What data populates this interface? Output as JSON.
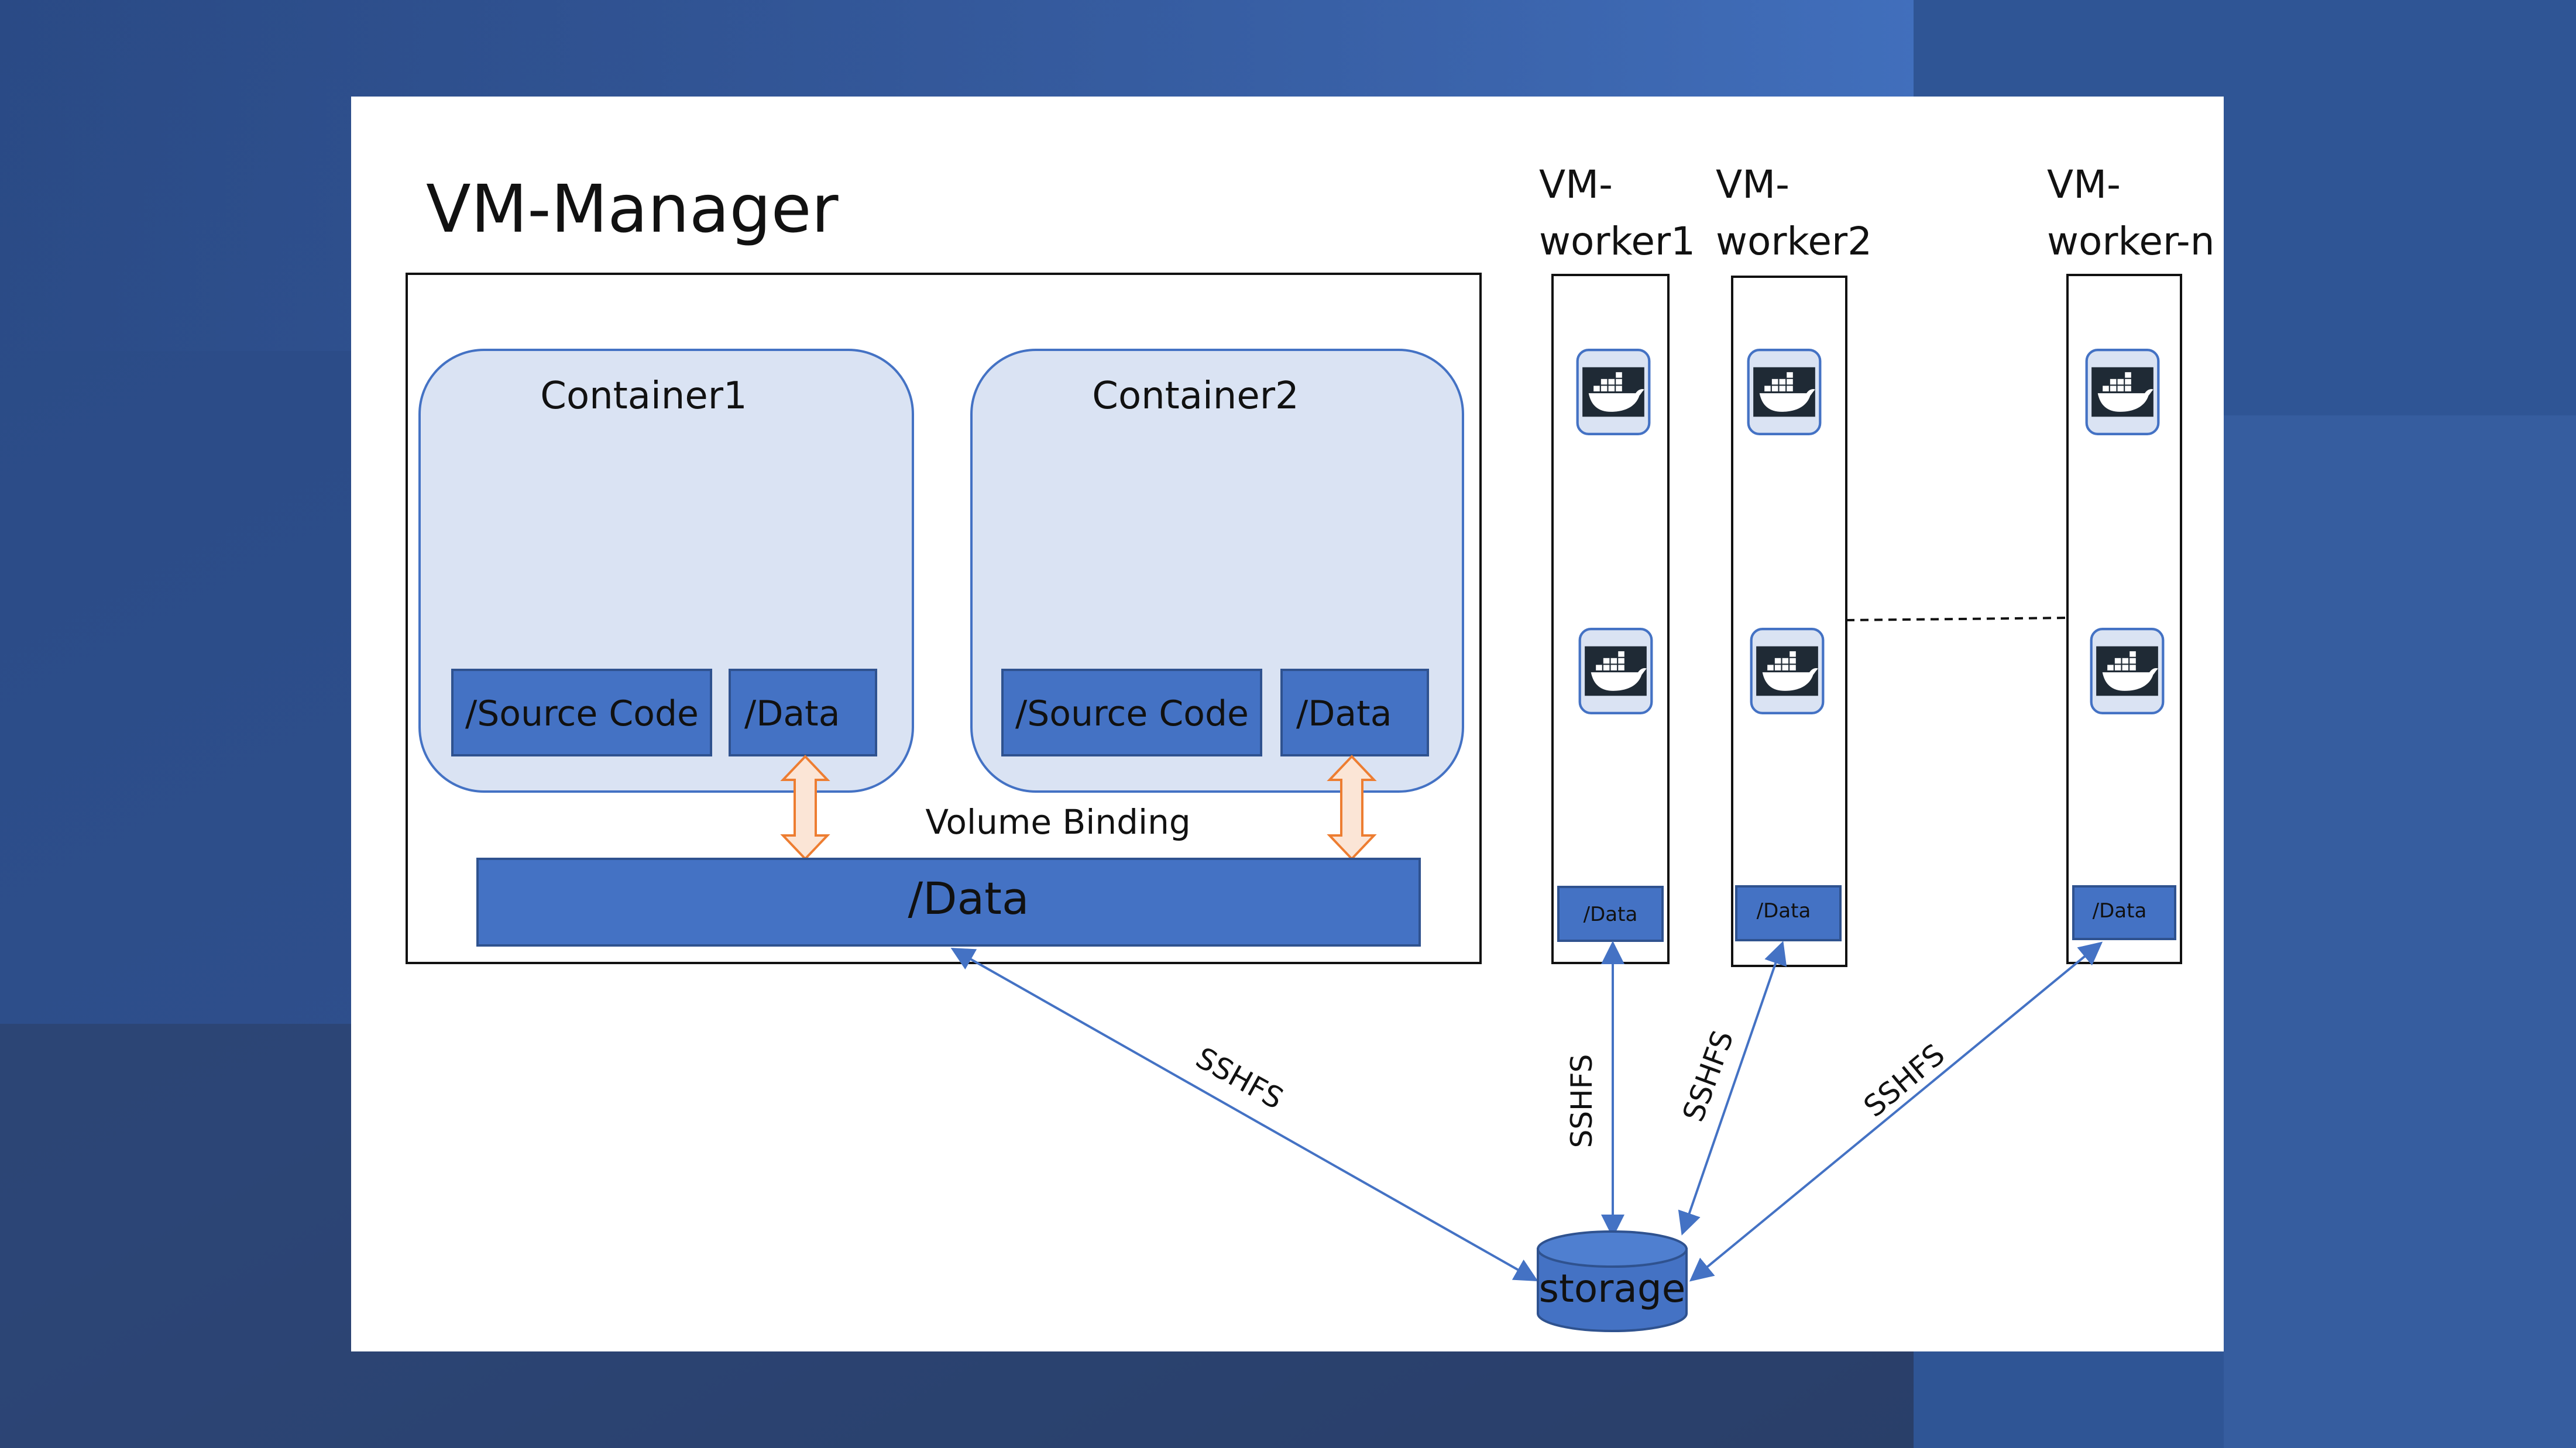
{
  "manager": {
    "title": "VM-Manager",
    "containers": [
      {
        "name": "Container1",
        "source_label": "/Source Code",
        "data_label": "/Data"
      },
      {
        "name": "Container2",
        "source_label": "/Source Code",
        "data_label": "/Data"
      }
    ],
    "binding_label": "Volume Binding",
    "host_data_label": "/Data"
  },
  "workers": [
    {
      "title_line1": "VM-",
      "title_line2": "worker1",
      "data_label": "/Data",
      "link_label": "SSHFS",
      "icons": [
        "docker-icon",
        "docker-icon"
      ]
    },
    {
      "title_line1": "VM-",
      "title_line2": "worker2",
      "data_label": "/Data",
      "link_label": "SSHFS",
      "icons": [
        "docker-icon",
        "docker-icon"
      ]
    },
    {
      "title_line1": "VM-",
      "title_line2": "worker-n",
      "data_label": "/Data",
      "link_label": "SSHFS",
      "icons": [
        "docker-icon",
        "docker-icon"
      ]
    }
  ],
  "manager_link_label": "SSHFS",
  "storage_label": "storage",
  "colors": {
    "backdrop": "#2c4270",
    "slide": "#ffffff",
    "container_fill": "#dae3f3",
    "container_stroke": "#4472c4",
    "box_fill": "#4472c4",
    "box_stroke": "#2f528f",
    "arrow_fill": "#fbe5d6",
    "arrow_stroke": "#ed7d31",
    "link_line": "#4472c4",
    "icon_dark": "#1f2a35"
  }
}
